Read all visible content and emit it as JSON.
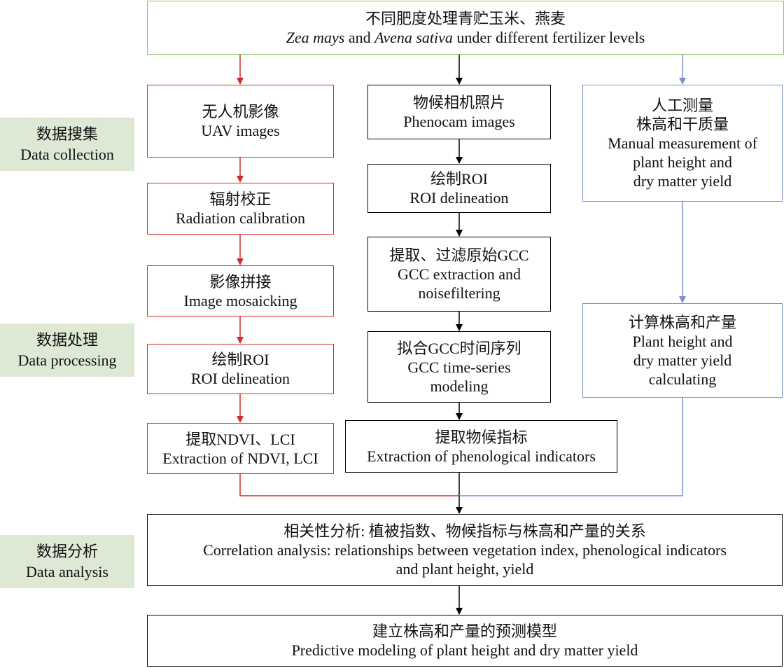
{
  "title_box": {
    "line1": "不同肥度处理青贮玉米、燕麦",
    "line2_part1": "Zea mays",
    "line2_part2": " and ",
    "line2_part3": "Avena sativa",
    "line2_part4": " under different fertilizer levels"
  },
  "stages": [
    {
      "cn": "数据搜集",
      "en": "Data collection"
    },
    {
      "cn": "数据处理",
      "en": "Data processing"
    },
    {
      "cn": "数据分析",
      "en": "Data analysis"
    }
  ],
  "uav_branch": [
    {
      "cn": "无人机影像",
      "en": "UAV images"
    },
    {
      "cn": "辐射校正",
      "en": "Radiation calibration"
    },
    {
      "cn": "影像拼接",
      "en": "Image mosaicking"
    },
    {
      "cn": "绘制ROI",
      "en": "ROI delineation"
    },
    {
      "cn": "提取NDVI、LCI",
      "en": "Extraction of NDVI, LCI"
    }
  ],
  "phenocam_branch": [
    {
      "lines": [
        "物候相机照片",
        "Phenocam images"
      ]
    },
    {
      "lines": [
        "绘制ROI",
        "ROI delineation"
      ]
    },
    {
      "lines": [
        "提取、过滤原始GCC",
        "GCC extraction and",
        "noisefiltering"
      ]
    },
    {
      "lines": [
        "拟合GCC时间序列",
        "GCC time-series",
        "modeling"
      ]
    },
    {
      "lines": [
        "提取物候指标",
        "Extraction of phenological indicators"
      ]
    }
  ],
  "manual_branch": [
    {
      "lines": [
        "人工测量",
        "株高和干质量",
        "Manual measurement of",
        "plant height and",
        "dry matter yield"
      ]
    },
    {
      "lines": [
        "计算株高和产量",
        "Plant height and",
        "dry matter yield",
        "calculating"
      ]
    }
  ],
  "correlation_box": {
    "lines": [
      "相关性分析: 植被指数、物候指标与株高和产量的关系",
      "Correlation analysis: relationships between vegetation index, phenological indicators",
      "and plant height, yield"
    ]
  },
  "prediction_box": {
    "lines": [
      "建立株高和产量的预测模型",
      "Predictive modeling of plant height and dry matter yield"
    ]
  },
  "colors": {
    "uav": "#d42a2a",
    "phenocam": "#000000",
    "manual": "#7a8fcf",
    "title_border": "#8cc05a",
    "stage_bg": "#dde9d4"
  }
}
